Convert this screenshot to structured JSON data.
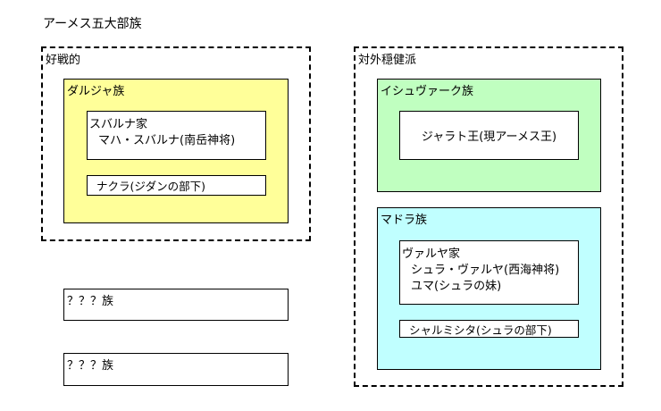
{
  "title": "アーメス五大部族",
  "groups": {
    "warlike": {
      "label": "好戦的",
      "tribes": {
        "darujaya": {
          "label": "ダルジャ族",
          "color": "#ffff99",
          "house": {
            "name": "スバルナ家",
            "member": "マハ・スバルナ(南岳神将)"
          },
          "subordinate": "ナクラ(ジダンの部下)"
        }
      }
    },
    "moderate": {
      "label": "対外穏健派",
      "tribes": {
        "ishuvark": {
          "label": "イシュヴァーク族",
          "color": "#c0ffc0",
          "king": "ジャラト王(現アーメス王)"
        },
        "madora": {
          "label": "マドラ族",
          "color": "#c0ffff",
          "house": {
            "name": "ヴァルヤ家",
            "members": [
              "シュラ・ヴァルヤ(西海神将)",
              "ユマ(シュラの妹)"
            ]
          },
          "subordinate": "シャルミシタ(シュラの部下)"
        }
      }
    }
  },
  "unknown_tribes": [
    "？？？族",
    "？？？族"
  ]
}
